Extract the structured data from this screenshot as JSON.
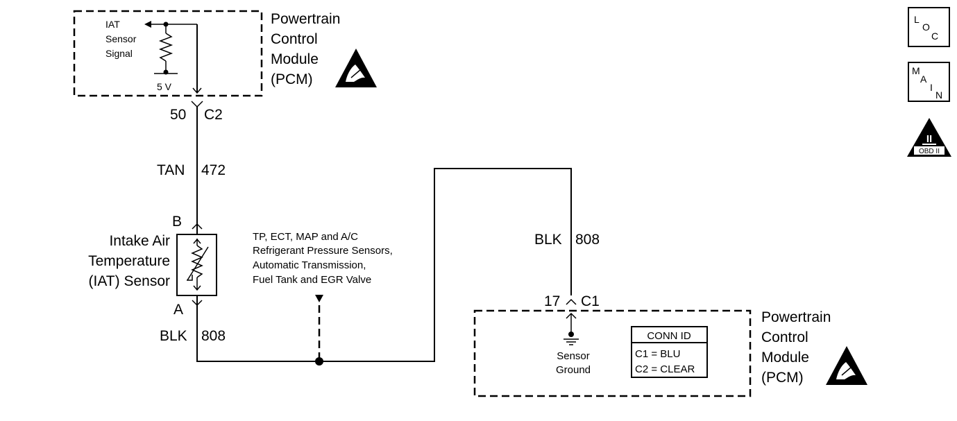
{
  "upper_pcm": {
    "name_lines": [
      "Powertrain",
      "Control",
      "Module",
      "(PCM)"
    ],
    "signal_lines": [
      "IAT",
      "Sensor",
      "Signal"
    ],
    "reference_voltage": "5 V",
    "connector_pin": "50",
    "connector_id": "C2"
  },
  "signal_wire": {
    "color": "TAN",
    "circuit": "472"
  },
  "iat_sensor": {
    "name_lines": [
      "Intake Air",
      "Temperature",
      "(IAT) Sensor"
    ],
    "terminal_top": "B",
    "terminal_bottom": "A"
  },
  "ground_wire_left": {
    "color": "BLK",
    "circuit": "808"
  },
  "ground_wire_right": {
    "color": "BLK",
    "circuit": "808"
  },
  "shared_ground_note": [
    "TP, ECT, MAP and A/C",
    "Refrigerant Pressure Sensors,",
    "Automatic Transmission,",
    "Fuel Tank and EGR Valve"
  ],
  "lower_pcm": {
    "name_lines": [
      "Powertrain",
      "Control",
      "Module",
      "(PCM)"
    ],
    "connector_pin": "17",
    "connector_id": "C1",
    "ground_lines": [
      "Sensor",
      "Ground"
    ],
    "conn_id_table": {
      "title": "CONN ID",
      "rows": [
        "C1 = BLU",
        "C2 = CLEAR"
      ]
    }
  },
  "nav_icons": {
    "loc": [
      "L",
      "O",
      "C"
    ],
    "main": [
      "M",
      "A",
      "I",
      "N"
    ],
    "obd": {
      "numeral": "II",
      "label": "OBD II"
    }
  }
}
